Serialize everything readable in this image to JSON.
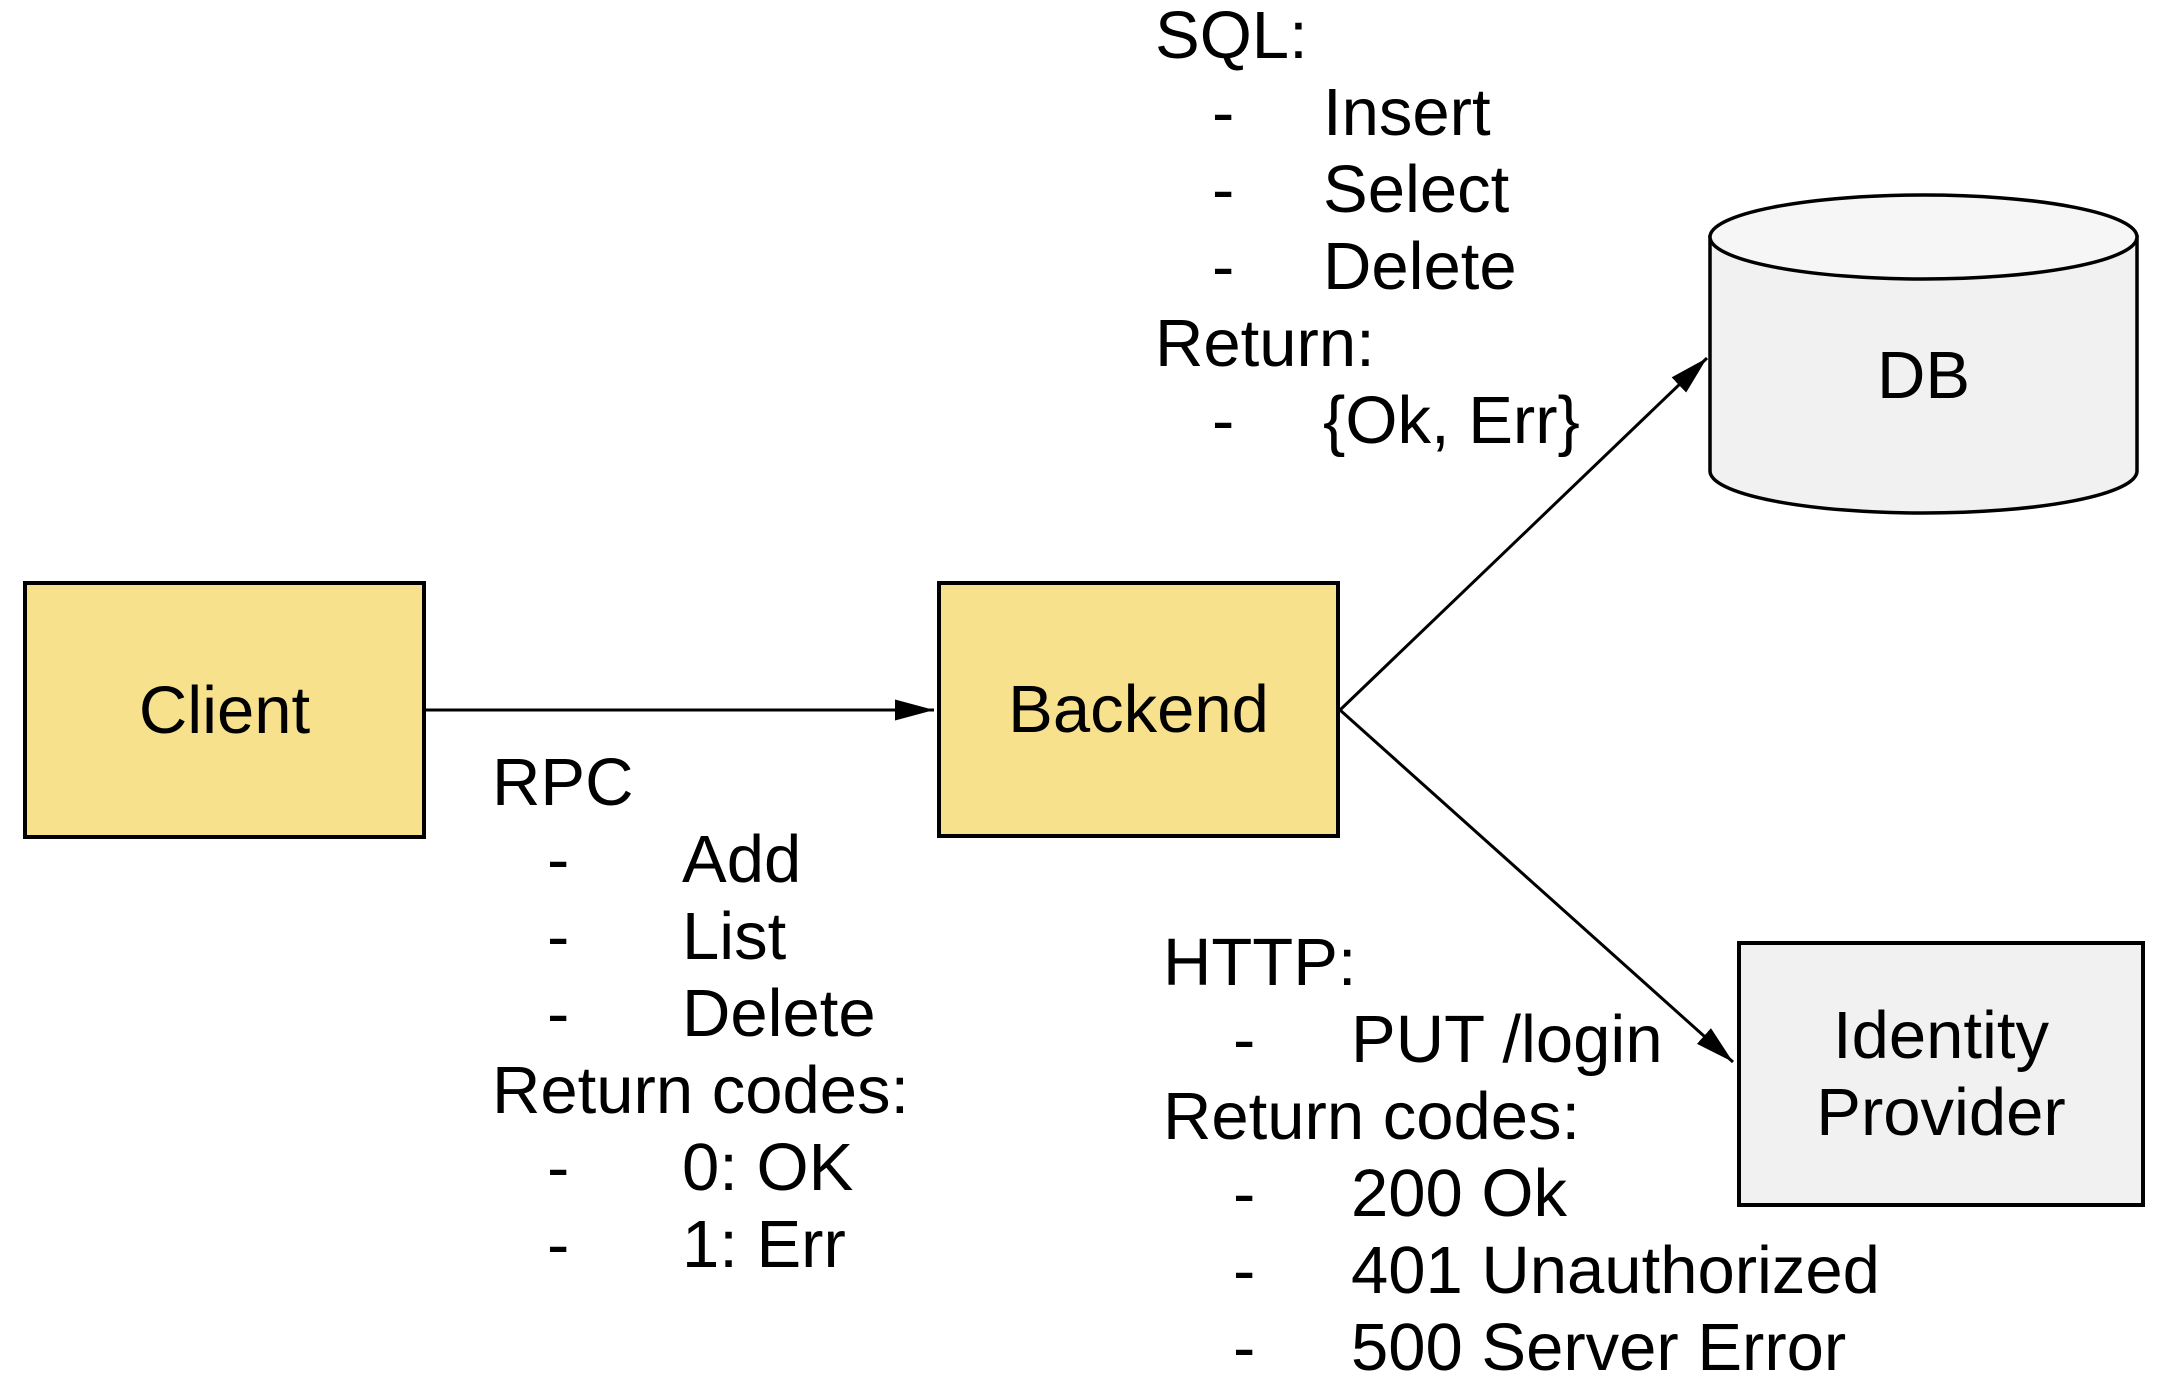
{
  "ui": {
    "bullet_char": "-"
  },
  "colors": {
    "background": "#ffffff",
    "stroke": "#000000",
    "text": "#000000",
    "node_fill_yellow": "#f7e18d",
    "node_fill_gray": "#f1f1f1",
    "db_top_fill": "#f6f6f6"
  },
  "nodes": {
    "client": {
      "label": "Client"
    },
    "backend": {
      "label": "Backend"
    },
    "db": {
      "label": "DB"
    },
    "identity_provider": {
      "line1": "Identity",
      "line2": "Provider"
    }
  },
  "annotations": {
    "sql": {
      "title": "SQL:",
      "items": [
        "Insert",
        "Select",
        "Delete"
      ],
      "return_title": "Return:",
      "return_items": [
        "{Ok, Err}"
      ]
    },
    "rpc": {
      "title": "RPC",
      "items": [
        "Add",
        "List",
        "Delete"
      ],
      "return_title": "Return codes:",
      "return_items": [
        "0: OK",
        "1: Err"
      ]
    },
    "http": {
      "title": "HTTP:",
      "items": [
        "PUT /login"
      ],
      "return_title": "Return codes:",
      "return_items": [
        "200 Ok",
        "401 Unauthorized",
        "500 Server Error"
      ]
    }
  },
  "edges": [
    {
      "from": "Client",
      "to": "Backend",
      "protocol": "RPC"
    },
    {
      "from": "Backend",
      "to": "DB",
      "protocol": "SQL"
    },
    {
      "from": "Backend",
      "to": "Identity Provider",
      "protocol": "HTTP"
    }
  ]
}
